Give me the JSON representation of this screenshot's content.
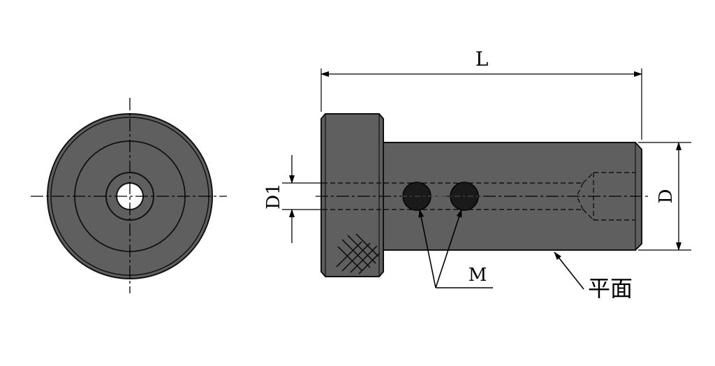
{
  "diagram": {
    "labels": {
      "length": "L",
      "diameter": "D",
      "inner_diameter": "D1",
      "screw_holes": "M",
      "flat_face": "平面"
    },
    "colors": {
      "body_fill": "#5f5f5f",
      "outline": "#111111",
      "hole_fill": "#1a1a1a",
      "background": "#ffffff"
    }
  }
}
